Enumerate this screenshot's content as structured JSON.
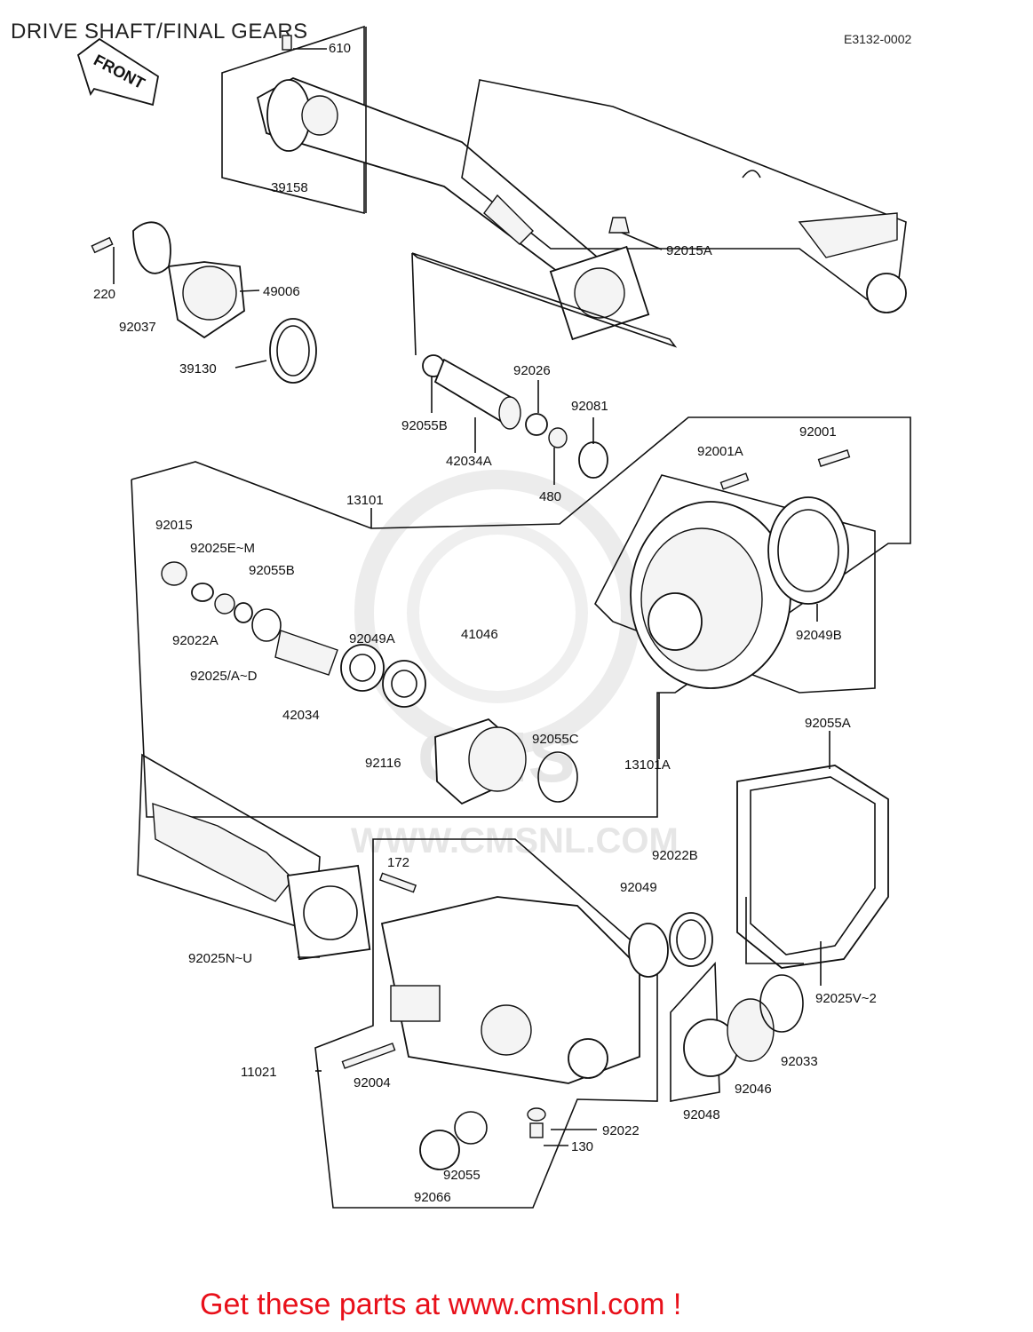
{
  "header": {
    "title": "DRIVE SHAFT/FINAL GEARS",
    "diagram_code": "E3132-0002"
  },
  "direction_arrow": {
    "label": "FRONT"
  },
  "watermark": {
    "url_text": "WWW.CMSNL.COM",
    "logo_text": "CMS"
  },
  "parts": [
    {
      "id": "p610",
      "label": "610"
    },
    {
      "id": "p39158",
      "label": "39158"
    },
    {
      "id": "p92015A",
      "label": "92015A"
    },
    {
      "id": "p220",
      "label": "220"
    },
    {
      "id": "p92037",
      "label": "92037"
    },
    {
      "id": "p49006",
      "label": "49006"
    },
    {
      "id": "p39130",
      "label": "39130"
    },
    {
      "id": "p92026",
      "label": "92026"
    },
    {
      "id": "p92081",
      "label": "92081"
    },
    {
      "id": "p92055B_top",
      "label": "92055B"
    },
    {
      "id": "p42034A",
      "label": "42034A"
    },
    {
      "id": "p480",
      "label": "480"
    },
    {
      "id": "p92001A",
      "label": "92001A"
    },
    {
      "id": "p92001",
      "label": "92001"
    },
    {
      "id": "p13101",
      "label": "13101"
    },
    {
      "id": "p92015",
      "label": "92015"
    },
    {
      "id": "p92025EM",
      "label": "92025E~M"
    },
    {
      "id": "p92055B",
      "label": "92055B"
    },
    {
      "id": "p92022A",
      "label": "92022A"
    },
    {
      "id": "p92049A",
      "label": "92049A"
    },
    {
      "id": "p41046",
      "label": "41046"
    },
    {
      "id": "p92025AD",
      "label": "92025/A~D"
    },
    {
      "id": "p42034",
      "label": "42034"
    },
    {
      "id": "p92049B",
      "label": "92049B"
    },
    {
      "id": "p92055C",
      "label": "92055C"
    },
    {
      "id": "p92055A",
      "label": "92055A"
    },
    {
      "id": "p92116",
      "label": "92116"
    },
    {
      "id": "p13101A",
      "label": "13101A"
    },
    {
      "id": "p172",
      "label": "172"
    },
    {
      "id": "p92022B",
      "label": "92022B"
    },
    {
      "id": "p92049",
      "label": "92049"
    },
    {
      "id": "p92025NU",
      "label": "92025N~U"
    },
    {
      "id": "p92025V2",
      "label": "92025V~2"
    },
    {
      "id": "p11021",
      "label": "11021"
    },
    {
      "id": "p92004",
      "label": "92004"
    },
    {
      "id": "p92033",
      "label": "92033"
    },
    {
      "id": "p92046",
      "label": "92046"
    },
    {
      "id": "p92048",
      "label": "92048"
    },
    {
      "id": "p92022",
      "label": "92022"
    },
    {
      "id": "p130",
      "label": "130"
    },
    {
      "id": "p92055",
      "label": "92055"
    },
    {
      "id": "p92066",
      "label": "92066"
    }
  ],
  "footer": {
    "promo_text": "Get these parts at www.cmsnl.com !"
  }
}
